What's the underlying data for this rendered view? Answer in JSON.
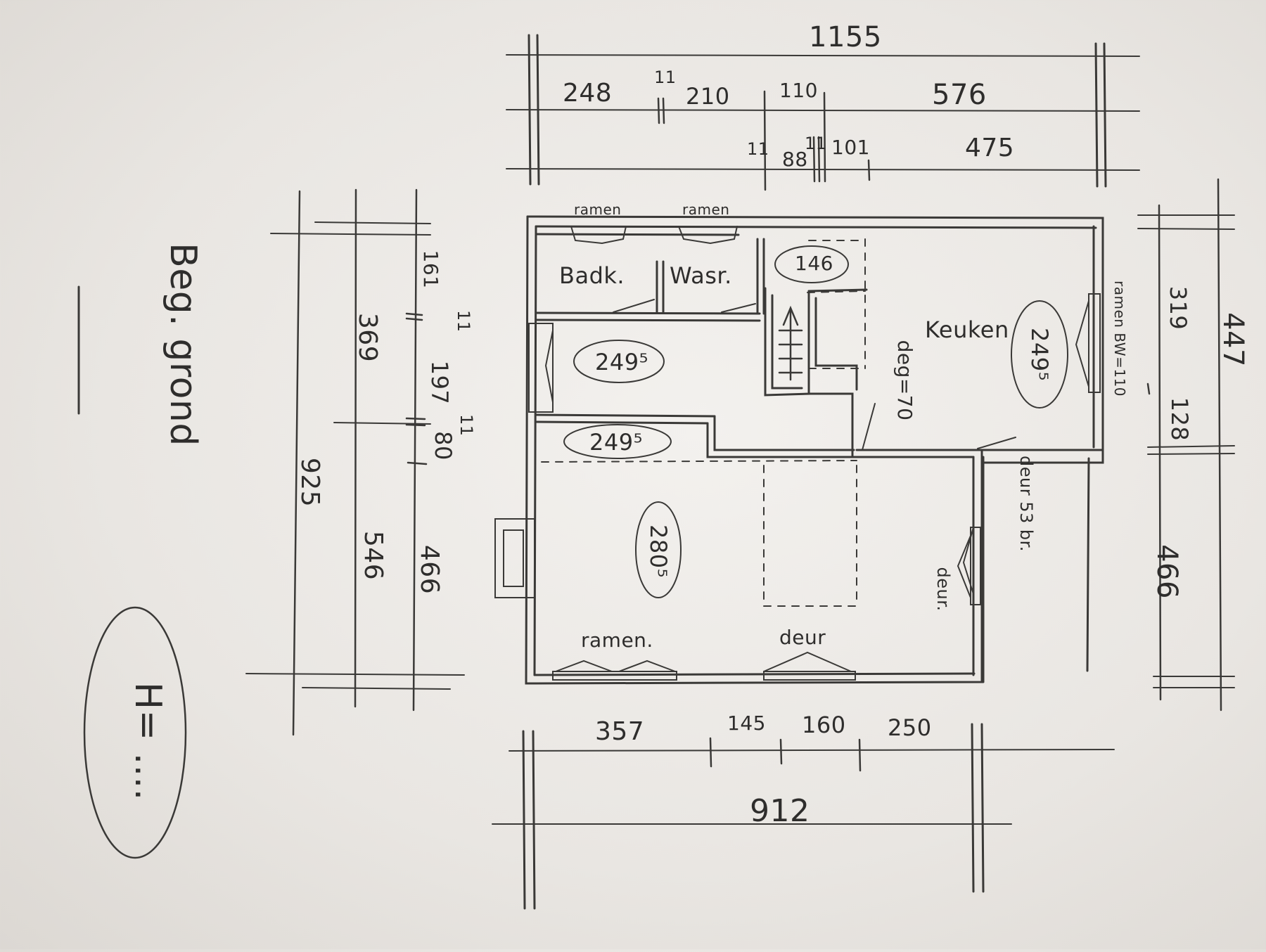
{
  "sheet": {
    "title": "Beg. grond",
    "height_label": "H= ...."
  },
  "rooms": {
    "bathroom": "Badk.",
    "laundry": "Wasr.",
    "kitchen": "Keuken",
    "window_top_left": "ramen",
    "window_top_right": "ramen",
    "window_right": "ramen BW=110",
    "window_bottom": "ramen.",
    "door_bottom": "deur",
    "door_right_upper": "deur 53 br.",
    "door_right_lower": "deur.",
    "door_stair": "deg=70"
  },
  "areas": {
    "hall_upper": "249⁵",
    "hall_lower": "249⁵",
    "living": "280⁵",
    "kitchen": "249⁵",
    "stair_top": "146"
  },
  "dims_top": {
    "total": "1155",
    "seg_a": "248",
    "seg_b": "210",
    "seg_c": "110",
    "seg_d": "576",
    "seg_e": "88",
    "seg_f": "101",
    "seg_g": "475",
    "tick_1": "11",
    "tick_2": "11",
    "tick_3": "11"
  },
  "dims_bottom": {
    "total": "912",
    "seg_a": "357",
    "seg_b": "145",
    "seg_c": "160",
    "seg_d": "250"
  },
  "dims_left": {
    "total": "925",
    "upper": "369",
    "lower": "546",
    "seg_a": "161",
    "seg_b": "197",
    "seg_c": "80",
    "seg_d": "466",
    "tick_1": "11",
    "tick_2": "11"
  },
  "dims_right": {
    "total": "447",
    "seg_a": "319",
    "seg_b": "128",
    "seg_c": "466"
  }
}
